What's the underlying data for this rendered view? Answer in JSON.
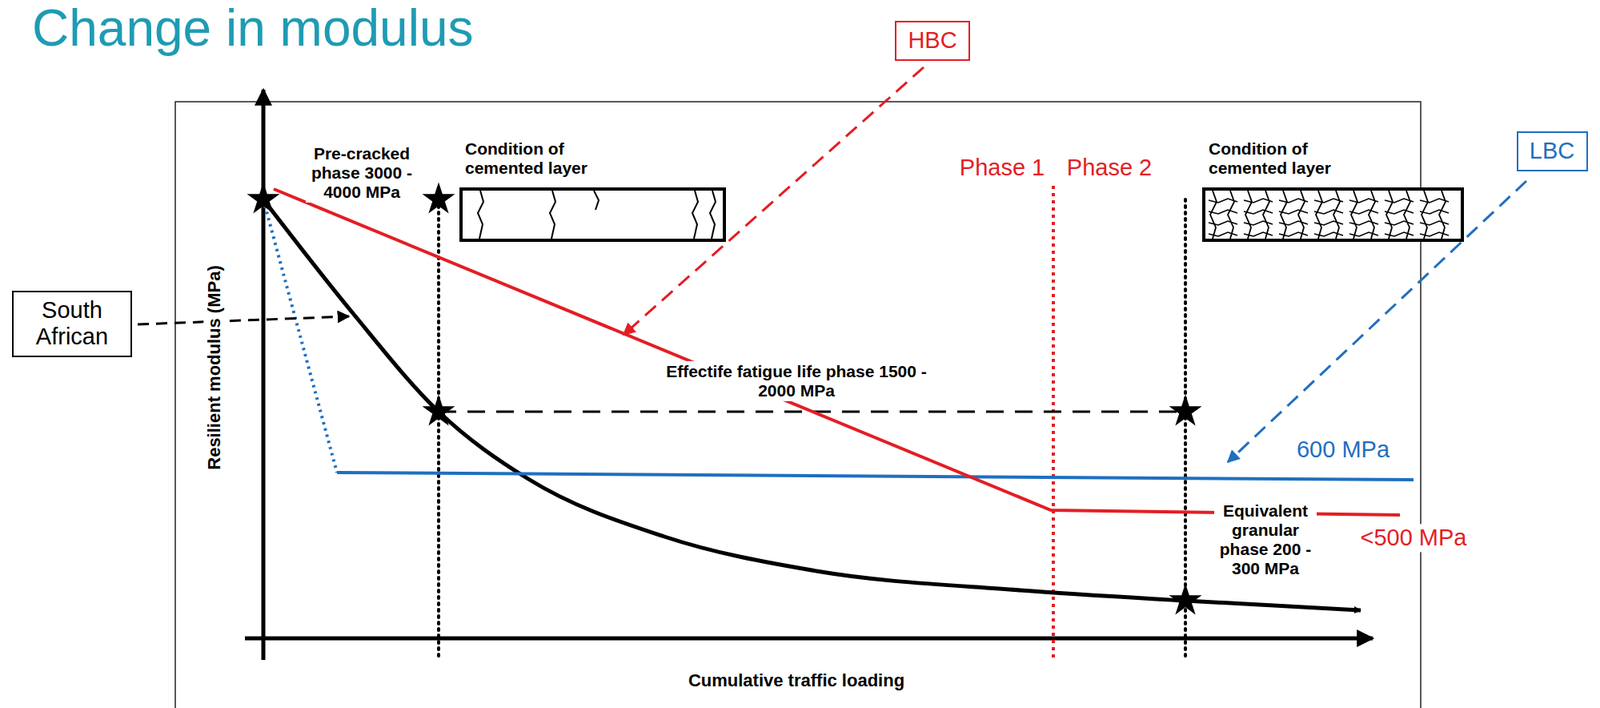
{
  "diagram": {
    "title": "Change in modulus",
    "nodes": [
      {
        "text": [
          "HBC"
        ]
      },
      {
        "text": [
          "LBC"
        ]
      },
      {
        "text": [
          "South African"
        ]
      }
    ],
    "labels": [
      "Pre-cracked phase 3000 - 4000 MPa",
      "Condition of cemented layer",
      "Condition of cemented layer",
      "Effectife fatigue life phase 1500 - 2000 MPa",
      "Phase 1",
      "Phase 2",
      "600 MPa",
      "Equivalent granular phase 200 - 300 MPa",
      "<500 MPa",
      "Resilient modulus (MPa)",
      "Cumulative traffic loading"
    ]
  }
}
